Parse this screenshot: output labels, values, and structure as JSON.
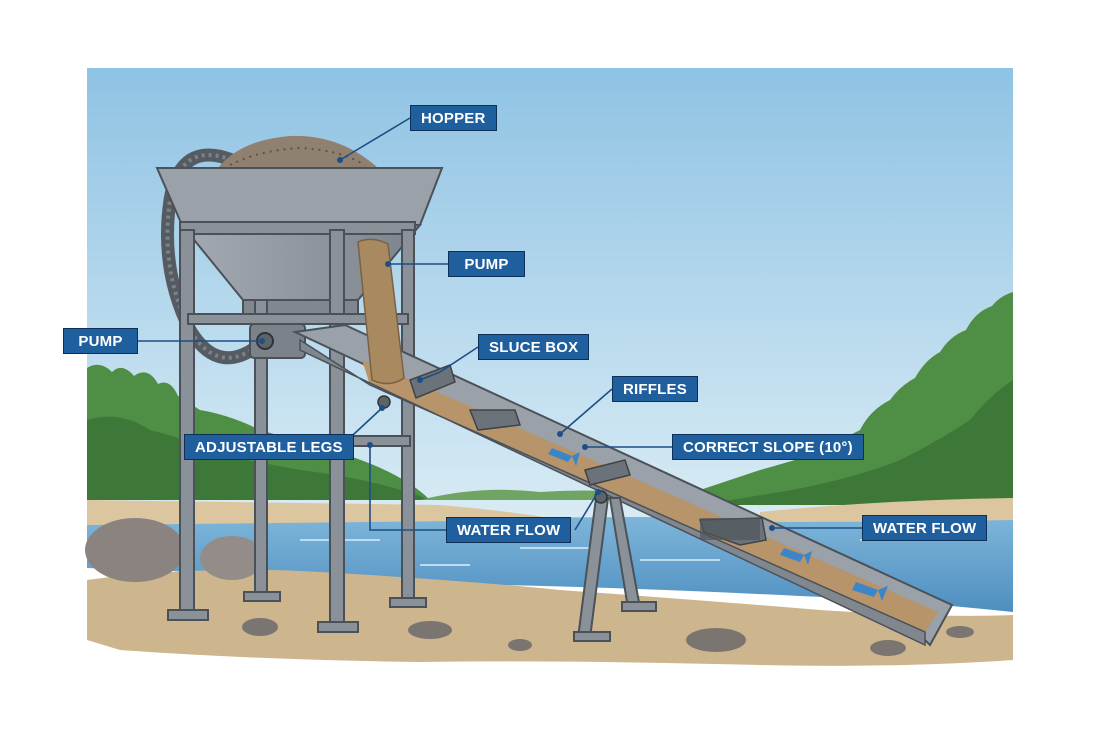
{
  "colors": {
    "label_bg": "#1f5f9e",
    "leader_line": "#1d4f86",
    "sky_top": "#8fc3e4",
    "sky_bottom": "#dcedf5",
    "water": "#5d9cc9",
    "steel": "#8e959c",
    "gravel": "#b7946a",
    "sand": "#dcc6a0",
    "trees": "#4f8f45"
  },
  "labels": {
    "hopper": "HOPPER",
    "pump_top": "PUMP",
    "pump_left": "PUMP",
    "sluice_box": "SLUCE BOX",
    "riffles": "RIFFLES",
    "adjustable_legs": "ADJUSTABLE LEGS",
    "correct_slope": "CORRECT SLOPE (10°)",
    "water_flow_center": "WATER FLOW",
    "water_flow_right": "WATER FLOW"
  }
}
